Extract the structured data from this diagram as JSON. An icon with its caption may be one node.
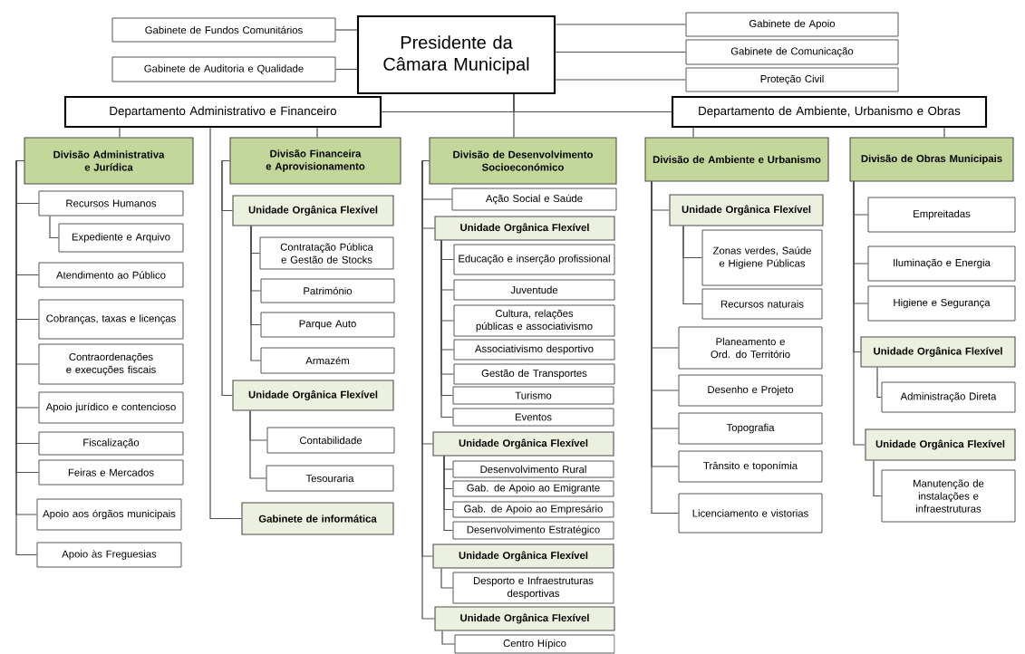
{
  "diagram": {
    "nodes": [
      {
        "text": [
          "Presidente da Câmara Municipal"
        ]
      },
      {
        "text": [
          "Gabinete de Fundos Comunitários"
        ]
      },
      {
        "text": [
          "Gabinete de Auditoria e Qualidade"
        ]
      },
      {
        "text": [
          "Gabinete de Apoio"
        ]
      },
      {
        "text": [
          "Gabinete de Comunicação"
        ]
      },
      {
        "text": [
          "Proteção Civil"
        ]
      },
      {
        "text": [
          "Departamento Administrativo e Financeiro"
        ]
      },
      {
        "text": [
          "Departamento de Ambiente, Urbanismo e Obras"
        ]
      },
      {
        "text": [
          "Divisão Administrativa e Jurídica"
        ]
      },
      {
        "text": [
          "Recursos Humanos"
        ]
      },
      {
        "text": [
          "Expediente e Arquivo"
        ]
      },
      {
        "text": [
          "Atendimento ao Público"
        ]
      },
      {
        "text": [
          "Cobranças, taxas e licenças"
        ]
      },
      {
        "text": [
          "Contraordenações e execuções fiscais"
        ]
      },
      {
        "text": [
          "Apoio jurídico e contencioso"
        ]
      },
      {
        "text": [
          "Fiscalização"
        ]
      },
      {
        "text": [
          "Feiras e Mercados"
        ]
      },
      {
        "text": [
          "Apoio aos órgãos municipais"
        ]
      },
      {
        "text": [
          "Apoio às Freguesias"
        ]
      },
      {
        "text": [
          "Divisão Financeira e Aprovisionamento"
        ]
      },
      {
        "text": [
          "Unidade Orgânica Flexível"
        ]
      },
      {
        "text": [
          "Contratação Pública e Gestão de Stocks"
        ]
      },
      {
        "text": [
          "Património"
        ]
      },
      {
        "text": [
          "Parque Auto"
        ]
      },
      {
        "text": [
          "Armazém"
        ]
      },
      {
        "text": [
          "Unidade Orgânica Flexível"
        ]
      },
      {
        "text": [
          "Contabilidade"
        ]
      },
      {
        "text": [
          "Tesouraria"
        ]
      },
      {
        "text": [
          "Gabinete de informática"
        ]
      },
      {
        "text": [
          "Divisão de Desenvolvimento Socioeconómico"
        ]
      },
      {
        "text": [
          "Ação Social e Saúde"
        ]
      },
      {
        "text": [
          "Unidade Orgânica Flexível"
        ]
      },
      {
        "text": [
          "Educação e inserção profissional"
        ]
      },
      {
        "text": [
          "Juventude"
        ]
      },
      {
        "text": [
          "Cultura, relações públicas e associativismo"
        ]
      },
      {
        "text": [
          "Associativismo desportivo"
        ]
      },
      {
        "text": [
          "Gestão de Transportes"
        ]
      },
      {
        "text": [
          "Turismo"
        ]
      },
      {
        "text": [
          "Eventos"
        ]
      },
      {
        "text": [
          "Unidade Orgânica Flexível"
        ]
      },
      {
        "text": [
          "Desenvolvimento Rural"
        ]
      },
      {
        "text": [
          "Gab. de Apoio ao Emigrante"
        ]
      },
      {
        "text": [
          "Gab. de Apoio ao Empresário"
        ]
      },
      {
        "text": [
          "Desenvolvimento Estratégico"
        ]
      },
      {
        "text": [
          "Unidade Orgânica Flexível"
        ]
      },
      {
        "text": [
          "Desporto e Infraestruturas desportivas"
        ]
      },
      {
        "text": [
          "Unidade Orgânica Flexível"
        ]
      },
      {
        "text": [
          "Centro Hípico"
        ]
      },
      {
        "text": [
          "Divisão de Ambiente e Urbanismo"
        ]
      },
      {
        "text": [
          "Unidade Orgânica Flexível"
        ]
      },
      {
        "text": [
          "Zonas verdes, Saúde e Higiene Públicas"
        ]
      },
      {
        "text": [
          "Recursos naturais"
        ]
      },
      {
        "text": [
          "Planeamento e Ord. do Território"
        ]
      },
      {
        "text": [
          "Desenho e Projeto"
        ]
      },
      {
        "text": [
          "Topografia"
        ]
      },
      {
        "text": [
          "Trânsito e toponímia"
        ]
      },
      {
        "text": [
          "Licenciamento e vistorias"
        ]
      },
      {
        "text": [
          "Divisão de Obras Municipais"
        ]
      },
      {
        "text": [
          "Empreitadas"
        ]
      },
      {
        "text": [
          "Iluminação e Energia"
        ]
      },
      {
        "text": [
          "Higiene e Segurança"
        ]
      },
      {
        "text": [
          "Unidade Orgânica Flexível"
        ]
      },
      {
        "text": [
          "Administração Direta"
        ]
      },
      {
        "text": [
          "Unidade Orgânica Flexível"
        ]
      },
      {
        "text": [
          "Manutenção de instalações e infraestruturas"
        ]
      }
    ],
    "edges": [
      {
        "from": 0,
        "to": 1,
        "arrow": "none"
      },
      {
        "from": 0,
        "to": 2,
        "arrow": "none"
      },
      {
        "from": 0,
        "to": 3,
        "arrow": "none"
      },
      {
        "from": 0,
        "to": 4,
        "arrow": "none"
      },
      {
        "from": 0,
        "to": 5,
        "arrow": "none"
      },
      {
        "from": 0,
        "to": 6,
        "arrow": "none"
      },
      {
        "from": 0,
        "to": 7,
        "arrow": "none"
      },
      {
        "from": 0,
        "to": 29,
        "arrow": "none"
      },
      {
        "from": 6,
        "to": 8,
        "arrow": "none"
      },
      {
        "from": 6,
        "to": 19,
        "arrow": "none"
      },
      {
        "from": 6,
        "to": 28,
        "arrow": "none"
      },
      {
        "from": 8,
        "to": 9,
        "arrow": "none"
      },
      {
        "from": 8,
        "to": 11,
        "arrow": "none"
      },
      {
        "from": 8,
        "to": 12,
        "arrow": "none"
      },
      {
        "from": 8,
        "to": 13,
        "arrow": "none"
      },
      {
        "from": 8,
        "to": 14,
        "arrow": "none"
      },
      {
        "from": 8,
        "to": 15,
        "arrow": "none"
      },
      {
        "from": 8,
        "to": 16,
        "arrow": "none"
      },
      {
        "from": 8,
        "to": 17,
        "arrow": "none"
      },
      {
        "from": 8,
        "to": 18,
        "arrow": "none"
      },
      {
        "from": 9,
        "to": 10,
        "arrow": "none"
      },
      {
        "from": 19,
        "to": 20,
        "arrow": "none"
      },
      {
        "from": 19,
        "to": 25,
        "arrow": "none"
      },
      {
        "from": 20,
        "to": 21,
        "arrow": "none"
      },
      {
        "from": 20,
        "to": 22,
        "arrow": "none"
      },
      {
        "from": 20,
        "to": 23,
        "arrow": "none"
      },
      {
        "from": 20,
        "to": 24,
        "arrow": "none"
      },
      {
        "from": 25,
        "to": 26,
        "arrow": "none"
      },
      {
        "from": 25,
        "to": 27,
        "arrow": "none"
      },
      {
        "from": 29,
        "to": 30,
        "arrow": "none"
      },
      {
        "from": 29,
        "to": 31,
        "arrow": "none"
      },
      {
        "from": 29,
        "to": 39,
        "arrow": "none"
      },
      {
        "from": 29,
        "to": 44,
        "arrow": "none"
      },
      {
        "from": 29,
        "to": 46,
        "arrow": "none"
      },
      {
        "from": 31,
        "to": 32,
        "arrow": "none"
      },
      {
        "from": 31,
        "to": 33,
        "arrow": "none"
      },
      {
        "from": 31,
        "to": 34,
        "arrow": "none"
      },
      {
        "from": 31,
        "to": 35,
        "arrow": "none"
      },
      {
        "from": 31,
        "to": 36,
        "arrow": "none"
      },
      {
        "from": 31,
        "to": 37,
        "arrow": "none"
      },
      {
        "from": 31,
        "to": 38,
        "arrow": "none"
      },
      {
        "from": 39,
        "to": 40,
        "arrow": "none"
      },
      {
        "from": 39,
        "to": 41,
        "arrow": "none"
      },
      {
        "from": 39,
        "to": 42,
        "arrow": "none"
      },
      {
        "from": 39,
        "to": 43,
        "arrow": "none"
      },
      {
        "from": 44,
        "to": 45,
        "arrow": "none"
      },
      {
        "from": 46,
        "to": 47,
        "arrow": "none"
      },
      {
        "from": 7,
        "to": 48,
        "arrow": "none"
      },
      {
        "from": 7,
        "to": 57,
        "arrow": "none"
      },
      {
        "from": 48,
        "to": 49,
        "arrow": "none"
      },
      {
        "from": 48,
        "to": 52,
        "arrow": "none"
      },
      {
        "from": 48,
        "to": 53,
        "arrow": "none"
      },
      {
        "from": 48,
        "to": 54,
        "arrow": "none"
      },
      {
        "from": 48,
        "to": 55,
        "arrow": "none"
      },
      {
        "from": 48,
        "to": 56,
        "arrow": "none"
      },
      {
        "from": 49,
        "to": 50,
        "arrow": "none"
      },
      {
        "from": 49,
        "to": 51,
        "arrow": "none"
      },
      {
        "from": 57,
        "to": 58,
        "arrow": "none"
      },
      {
        "from": 57,
        "to": 59,
        "arrow": "none"
      },
      {
        "from": 57,
        "to": 60,
        "arrow": "none"
      },
      {
        "from": 57,
        "to": 61,
        "arrow": "none"
      },
      {
        "from": 57,
        "to": 63,
        "arrow": "none"
      },
      {
        "from": 61,
        "to": 62,
        "arrow": "none"
      },
      {
        "from": 63,
        "to": 64,
        "arrow": "none"
      }
    ]
  }
}
